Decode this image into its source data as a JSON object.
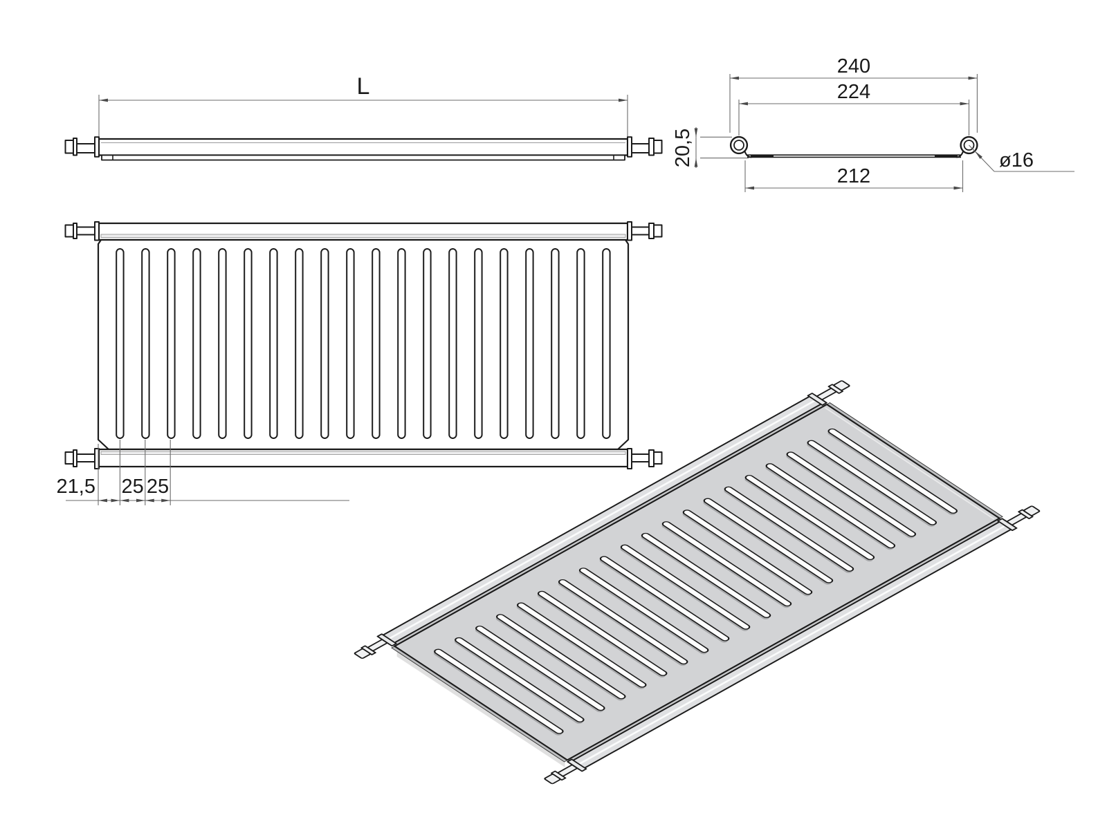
{
  "front_view": {
    "length_label": "L"
  },
  "end_view": {
    "dim_overall": "240",
    "dim_centers": "224",
    "dim_flat": "212",
    "dim_height": "20,5",
    "dim_diameter": "ø16"
  },
  "plan_view": {
    "dim_edge": "21,5",
    "dim_pitch1": "25",
    "dim_pitch2": "25",
    "slot_count": 20
  },
  "iso_view": {
    "slot_count": 20
  },
  "colors": {
    "background": "#ffffff",
    "line": "#1b1b1b",
    "dim_line": "#6b6b6b",
    "arrow": "#4a4a4a",
    "text": "#1a1a1a",
    "plate_fill": "#d2d3d5",
    "tube_fill": "#dfe0e2",
    "fold_fill": "#c7c8ca",
    "lip_fill": "#bdbec0",
    "slot_shadow": "#a7a8aa",
    "inner_band": "#ededee",
    "bolt_fill": "#f0f1f2"
  }
}
